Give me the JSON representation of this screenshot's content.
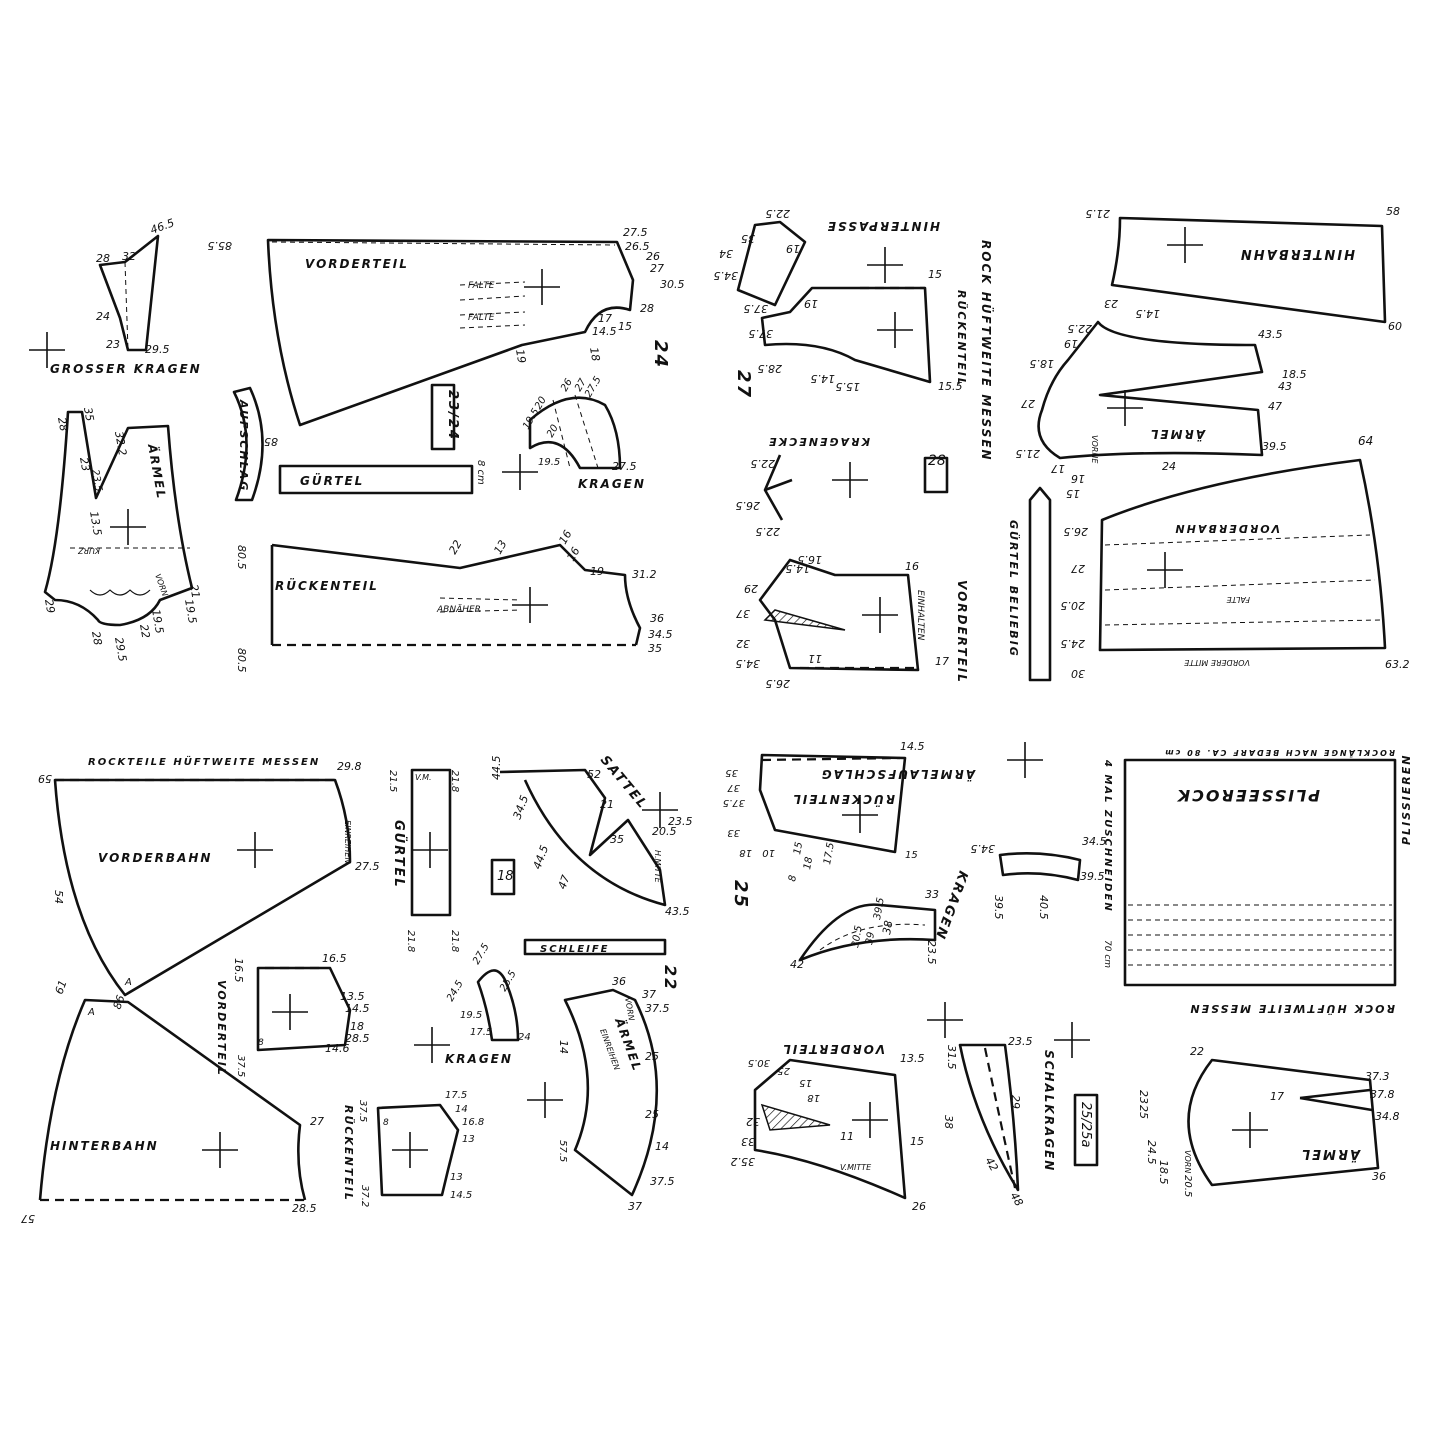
{
  "pieces": {
    "grosser_kragen": {
      "title": "GROSSER KRAGEN",
      "marks": [
        "46.5",
        "28",
        "32",
        "24",
        "23",
        "29.5"
      ]
    },
    "aermel_1": {
      "title": "ÄRMEL",
      "note": "KURZ",
      "vorn": "VORN",
      "marks": [
        "28",
        "35",
        "32.2",
        "23",
        "23.5",
        "13.5",
        "29",
        "28",
        "29.5",
        "22",
        "19.5",
        "19.5",
        "21"
      ]
    },
    "vorderteil_1": {
      "title": "VORDERTEIL",
      "falte": "FALTE",
      "falte2": "FALTE",
      "marks": [
        "85.5",
        "27.5",
        "26.5",
        "26",
        "27",
        "30.5",
        "28",
        "17",
        "14.5",
        "15",
        "18",
        "19",
        "85"
      ]
    },
    "aufschlag": "AUFSCHLAG",
    "guertel_1": {
      "title": "GÜRTEL",
      "mark": "8 cm"
    },
    "kragen_1": {
      "title": "KRAGEN",
      "marks": [
        "26",
        "27",
        "27.5",
        "20",
        "19.5",
        "20",
        "19.5",
        "27.5"
      ]
    },
    "rueckenteil_1": {
      "title": "RÜCKENTEIL",
      "abnaeher": "ABNÄHER",
      "marks": [
        "80.5",
        "22",
        "13",
        "16",
        "16",
        "19",
        "31.2",
        "36",
        "34.5",
        "35",
        "80.5"
      ]
    },
    "pattern_number_1": "23/24",
    "page_number_1": "24",
    "hinterpasse": {
      "title": "HINTERPASSE",
      "marks": [
        "22.5",
        "35",
        "34",
        "34.5",
        "37.5",
        "19"
      ]
    },
    "rueckenteil_2": {
      "title": "RÜCKENTEIL",
      "marks": [
        "15",
        "19",
        "37.5",
        "28.5",
        "14.5",
        "15.5",
        "15.5"
      ]
    },
    "kragenecke": {
      "title": "KRAGENECKE",
      "marks": [
        "22.5",
        "26.5",
        "22.5"
      ]
    },
    "pattern_number_2": "28",
    "page_number_2": "27",
    "vorderteil_2": {
      "title": "VORDERTEIL",
      "einhalten": "EINHALTEN",
      "marks": [
        "16",
        "14.5",
        "16.5",
        "29",
        "37",
        "32",
        "34.5",
        "11",
        "26.5",
        "17"
      ]
    },
    "rock_note": "ROCK HÜFTWEITE MESSEN",
    "guertel_beliebig": "GÜRTEL BELIEBIG",
    "hinterbahn_1": {
      "title": "HINTERBAHN",
      "marks": [
        "21.5",
        "58",
        "23",
        "14.5",
        "60"
      ]
    },
    "aermel_2": {
      "title": "ÄRMEL",
      "vorne": "VORNE",
      "marks": [
        "22.5",
        "19",
        "18.5",
        "27",
        "21.5",
        "17",
        "16",
        "15",
        "43.5",
        "18.5",
        "43",
        "47",
        "39.5",
        "24"
      ]
    },
    "vorderbahn_1": {
      "title": "VORDERBAHN",
      "falte": "FALTE",
      "vordere_mitte": "VORDERE MITTE",
      "marks": [
        "64",
        "26.5",
        "27",
        "20.5",
        "24.5",
        "30",
        "63.2"
      ]
    },
    "rock_note_2": "ROCKTEILE HÜFTWEITE MESSEN",
    "vorderbahn_2": {
      "title": "VORDERBAHN",
      "einreihen": "EINREIHEN",
      "marks": [
        "59",
        "29.8",
        "27.5",
        "54",
        "A"
      ]
    },
    "hinterbahn_2": {
      "title": "HINTERBAHN",
      "marks": [
        "A",
        "61",
        "86",
        "27",
        "28.5",
        "57"
      ]
    },
    "guertel_2": {
      "title": "GÜRTEL",
      "vm": "V.M.",
      "marks": [
        "21.5",
        "21.8",
        "21.8",
        "21.8"
      ]
    },
    "pattern_number_3": "18",
    "sattel": {
      "title": "SATTEL",
      "hmitte": "H.MITTE",
      "marks": [
        "44.5",
        "52",
        "21",
        "35",
        "20.5",
        "23.5",
        "34.5",
        "44.5",
        "47",
        "43.5"
      ]
    },
    "schleife": "SCHLEIFE",
    "page_number_3": "22",
    "vorderteil_3": {
      "title": "VORDERTEIL",
      "marks": [
        "16.5",
        "16.5",
        "13.5",
        "14.5",
        "18",
        "28.5",
        "14.6",
        "8",
        "37.5"
      ]
    },
    "kragen_2": {
      "title": "KRAGEN",
      "marks": [
        "27.5",
        "24.5",
        "25.5",
        "19.5",
        "17.5",
        "24"
      ]
    },
    "rueckenteil_3": {
      "title": "RÜCKENTEIL",
      "marks": [
        "37.5",
        "17.5",
        "14",
        "16.8",
        "13",
        "8",
        "13",
        "14.5",
        "37.2"
      ]
    },
    "aermel_3": {
      "title": "ÄRMEL",
      "einreihen": "EINREIHEN",
      "vorn": "VORN",
      "marks": [
        "36",
        "37",
        "37.5",
        "25",
        "25",
        "14",
        "14",
        "57.5",
        "37",
        "37.5"
      ]
    },
    "rueckenteil_4": {
      "title": "RÜCKENTEIL",
      "marks": [
        "14.5",
        "35",
        "37",
        "37.5",
        "33",
        "10",
        "18",
        "15",
        "18",
        "17.5",
        "8",
        "15"
      ]
    },
    "aermelaufschlag": {
      "title": "ÄRMELAUFSCHLAG",
      "marks": [
        "34.5",
        "34.5",
        "39.5",
        "40.5",
        "39.5"
      ]
    },
    "kragen_3": {
      "title": "KRAGEN",
      "marks": [
        "33",
        "23.5",
        "38",
        "39.5",
        "39",
        "30.5",
        "42"
      ]
    },
    "page_number_4": "25",
    "plisseerock": {
      "title": "PLISSEEROCK",
      "top_note": "ROCKLÄNGE NACH BEDARF CA. 80 cm",
      "side_note": "4 MAL ZUSCHNEIDEN",
      "length": "70 cm",
      "right_note": "PLISSIEREN",
      "bottom_note": "ROCK HÜFTWEITE MESSEN"
    },
    "vorderteil_4": {
      "title": "VORDERTEIL",
      "vmitte": "V.MITTE",
      "marks": [
        "13.5",
        "30.5",
        "25",
        "15",
        "18",
        "32",
        "33",
        "35.2",
        "11",
        "15",
        "26"
      ]
    },
    "schalkragen": {
      "title": "SCHALKRAGEN",
      "marks": [
        "31.5",
        "23.5",
        "38",
        "29",
        "42",
        "48"
      ]
    },
    "pattern_number_4": "25/25a",
    "aermel_4": {
      "title": "ÄRMEL",
      "vorn": "VORN",
      "marks": [
        "22",
        "23",
        "25",
        "24.5",
        "18.5",
        "20.5",
        "17",
        "37.3",
        "37.8",
        "34.8",
        "36"
      ]
    }
  },
  "colors": {
    "ink": "#111111",
    "paper": "#ffffff"
  }
}
